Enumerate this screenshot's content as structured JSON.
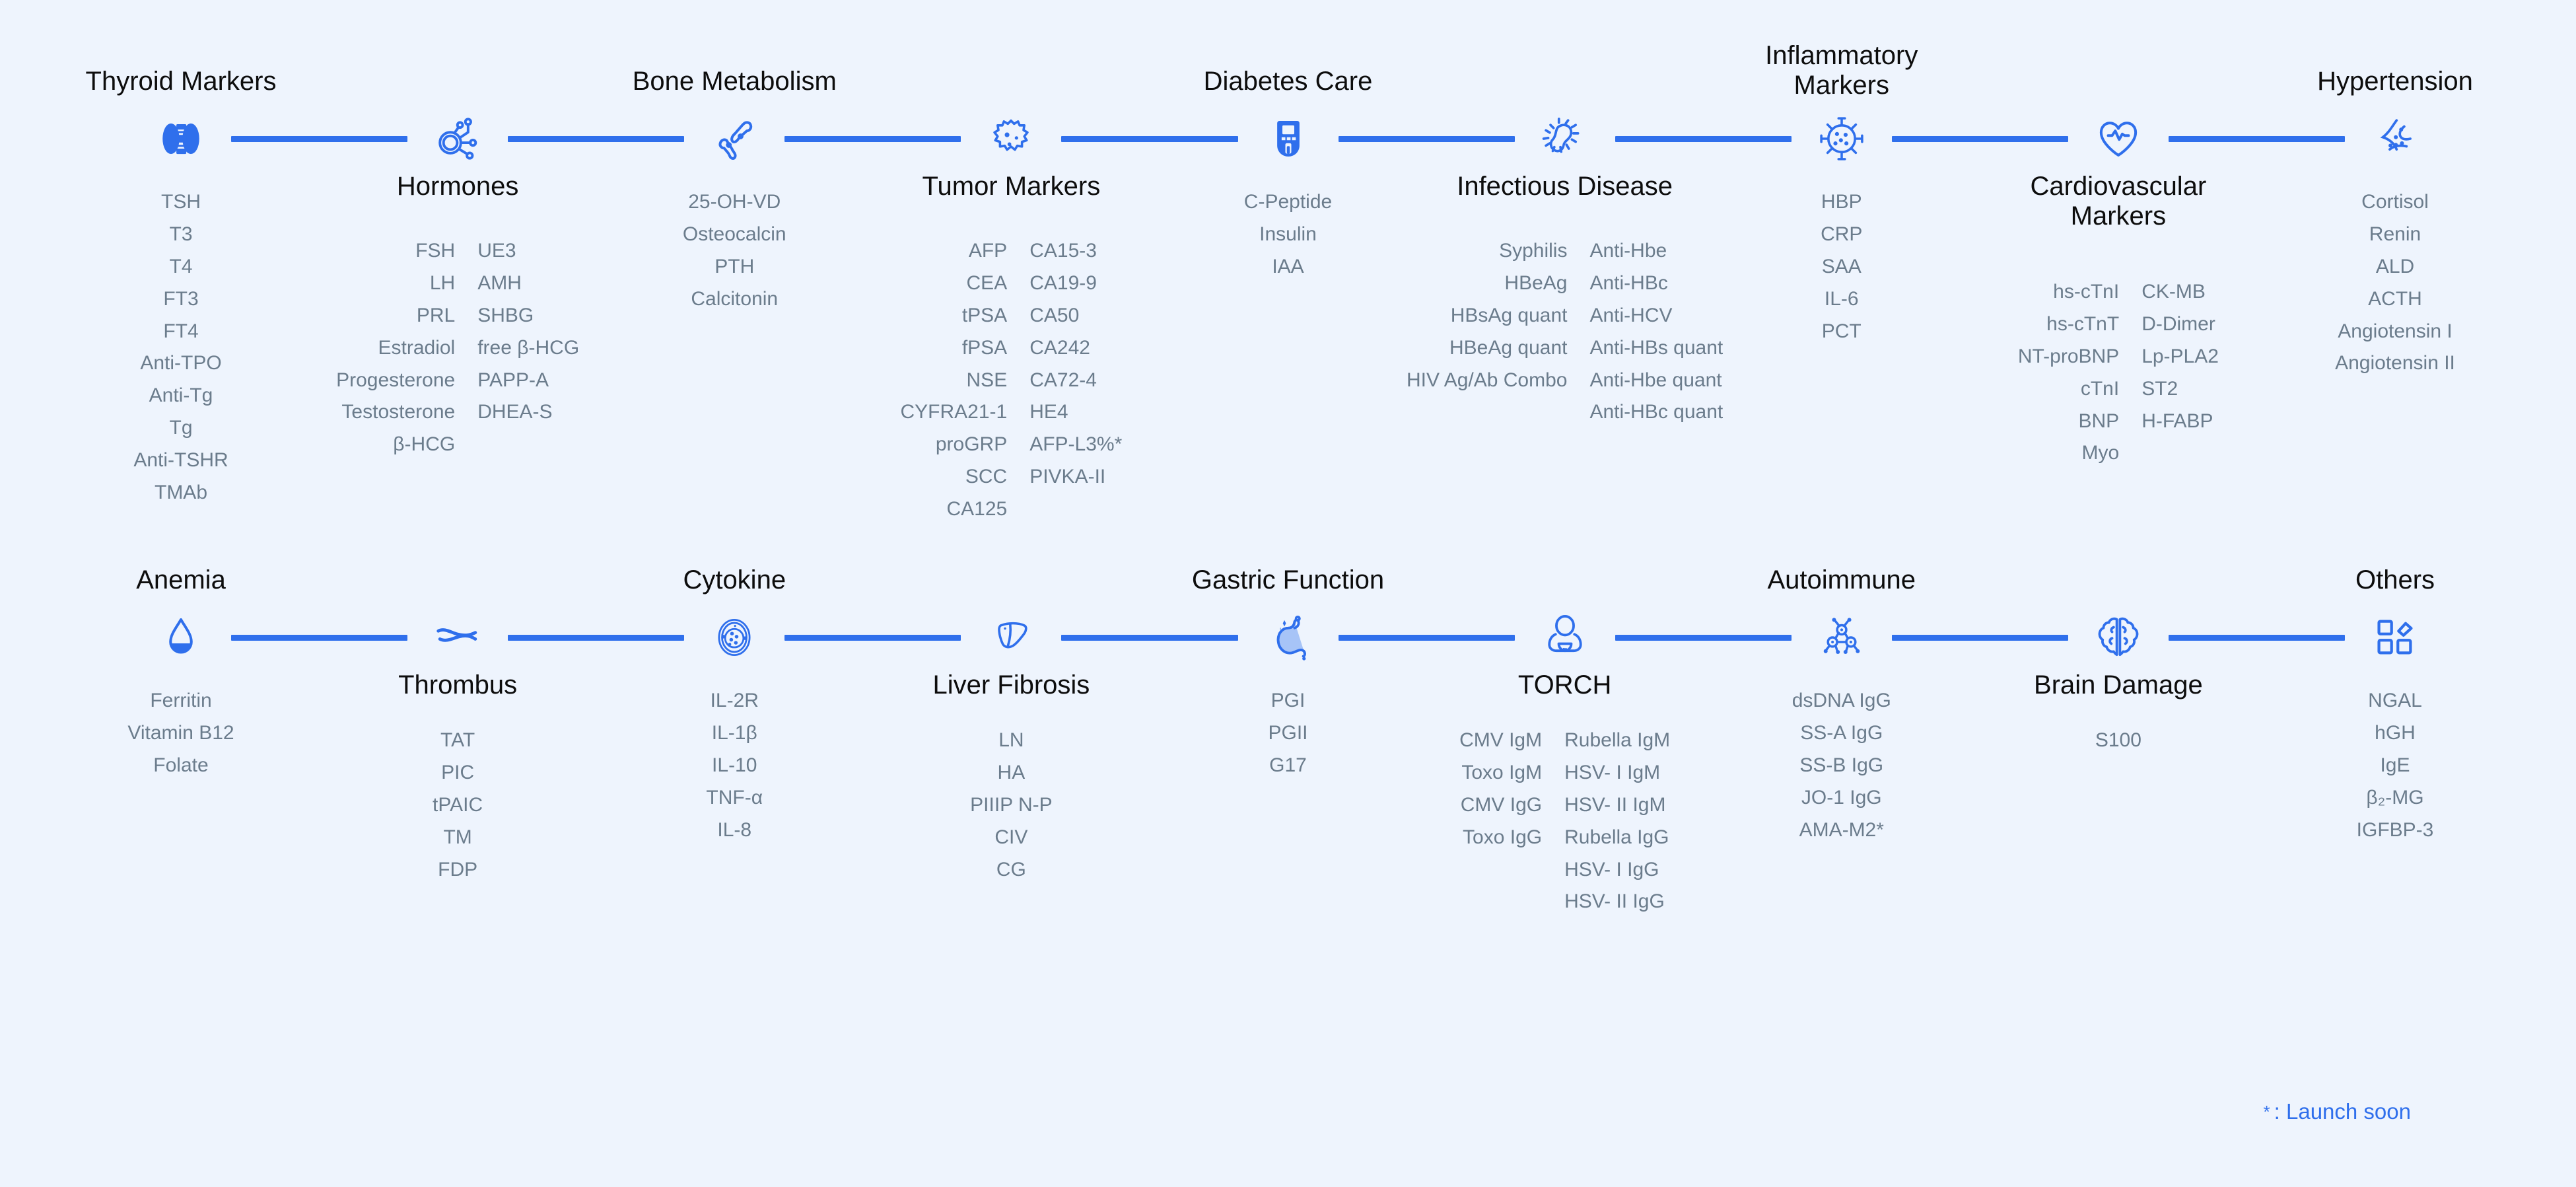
{
  "theme": {
    "background": "#eef4fd",
    "accent": "#2f6fec",
    "title_color": "#0d0d0d",
    "item_color": "#6b7c8c"
  },
  "footnote": {
    "star": "*",
    "text": ": Launch soon"
  },
  "rows": [
    {
      "groups": [
        {
          "title": "Thyroid Markers",
          "title_pos": "up",
          "icon": "thyroid-icon",
          "columns": [
            [
              "TSH",
              "T3",
              "T4",
              "FT3",
              "FT4",
              "Anti-TPO",
              "Anti-Tg",
              "Tg",
              "Anti-TSHR",
              "TMAb"
            ]
          ]
        },
        {
          "title": "Hormones",
          "title_pos": "dn",
          "icon": "hormone-molecule-icon",
          "columns": [
            [
              "FSH",
              "LH",
              "PRL",
              "Estradiol",
              "Progesterone",
              "Testosterone",
              "β-HCG"
            ],
            [
              "UE3",
              "AMH",
              "SHBG",
              "free β-HCG",
              "PAPP-A",
              "DHEA-S"
            ]
          ]
        },
        {
          "title": "Bone Metabolism",
          "title_pos": "up",
          "icon": "bone-icon",
          "columns": [
            [
              "25-OH-VD",
              "Osteocalcin",
              "PTH",
              "Calcitonin"
            ]
          ]
        },
        {
          "title": "Tumor Markers",
          "title_pos": "dn",
          "icon": "tumor-cell-icon",
          "columns": [
            [
              "AFP",
              "CEA",
              "tPSA",
              "fPSA",
              "NSE",
              "CYFRA21-1",
              "proGRP",
              "SCC",
              "CA125"
            ],
            [
              "CA15-3",
              "CA19-9",
              "CA50",
              "CA242",
              "CA72-4",
              "HE4",
              "AFP-L3%*",
              "PIVKA-II"
            ]
          ]
        },
        {
          "title": "Diabetes Care",
          "title_pos": "up",
          "icon": "glucometer-icon",
          "columns": [
            [
              "C-Peptide",
              "Insulin",
              "IAA"
            ]
          ]
        },
        {
          "title": "Infectious Disease",
          "title_pos": "dn",
          "icon": "bacteria-icon",
          "columns": [
            [
              "Syphilis",
              "HBeAg",
              "HBsAg quant",
              "HBeAg quant",
              "HIV Ag/Ab Combo"
            ],
            [
              "Anti-Hbe",
              "Anti-HBc",
              "Anti-HCV",
              "Anti-HBs quant",
              "Anti-Hbe quant",
              "Anti-HBc quant"
            ]
          ]
        },
        {
          "title": "Inflammatory Markers",
          "title_pos": "up",
          "icon": "virus-icon",
          "columns": [
            [
              "HBP",
              "CRP",
              "SAA",
              "IL-6",
              "PCT"
            ]
          ]
        },
        {
          "title": "Cardiovascular Markers",
          "title_pos": "dn",
          "icon": "heart-pulse-icon",
          "columns": [
            [
              "hs-cTnI",
              "hs-cTnT",
              "NT-proBNP",
              "cTnI",
              "BNP",
              "Myo"
            ],
            [
              "CK-MB",
              "D-Dimer",
              "Lp-PLA2",
              "ST2",
              "H-FABP"
            ]
          ]
        },
        {
          "title": "Hypertension",
          "title_pos": "up",
          "icon": "adrenal-nerve-icon",
          "columns": [
            [
              "Cortisol",
              "Renin",
              "ALD",
              "ACTH",
              "Angiotensin I",
              "Angiotensin II"
            ]
          ]
        }
      ]
    },
    {
      "groups": [
        {
          "title": "Anemia",
          "title_pos": "up",
          "icon": "blood-drop-icon",
          "columns": [
            [
              "Ferritin",
              "Vitamin B12",
              "Folate"
            ]
          ]
        },
        {
          "title": "Thrombus",
          "title_pos": "dn",
          "icon": "vessel-clot-icon",
          "columns": [
            [
              "TAT",
              "PIC",
              "tPAIC",
              "TM",
              "FDP"
            ]
          ]
        },
        {
          "title": "Cytokine",
          "title_pos": "up",
          "icon": "cell-cytokine-icon",
          "columns": [
            [
              "IL-2R",
              "IL-1β",
              "IL-10",
              "TNF-α",
              "IL-8"
            ]
          ]
        },
        {
          "title": "Liver Fibrosis",
          "title_pos": "dn",
          "icon": "liver-icon",
          "columns": [
            [
              "LN",
              "HA",
              "PIIIP N-P",
              "CIV",
              "CG"
            ]
          ]
        },
        {
          "title": "Gastric Function",
          "title_pos": "up",
          "icon": "stomach-icon",
          "columns": [
            [
              "PGI",
              "PGII",
              "G17"
            ]
          ]
        },
        {
          "title": "TORCH",
          "title_pos": "dn",
          "icon": "baby-icon",
          "columns": [
            [
              "CMV IgM",
              "Toxo IgM",
              "CMV IgG",
              "Toxo IgG"
            ],
            [
              "Rubella IgM",
              "HSV- I  IgM",
              "HSV- II  IgM",
              "Rubella IgG",
              "HSV- I  IgG",
              "HSV- II  IgG"
            ]
          ]
        },
        {
          "title": "Autoimmune",
          "title_pos": "up",
          "icon": "antibody-icon",
          "columns": [
            [
              "dsDNA IgG",
              "SS-A IgG",
              "SS-B IgG",
              "JO-1 IgG",
              "AMA-M2*"
            ]
          ]
        },
        {
          "title": "Brain Damage",
          "title_pos": "dn",
          "icon": "brain-icon",
          "columns": [
            [
              "S100"
            ]
          ]
        },
        {
          "title": "Others",
          "title_pos": "up",
          "icon": "modules-icon",
          "columns": [
            [
              "NGAL",
              "hGH",
              "IgE",
              "β₂-MG",
              "IGFBP-3"
            ]
          ]
        }
      ]
    }
  ]
}
